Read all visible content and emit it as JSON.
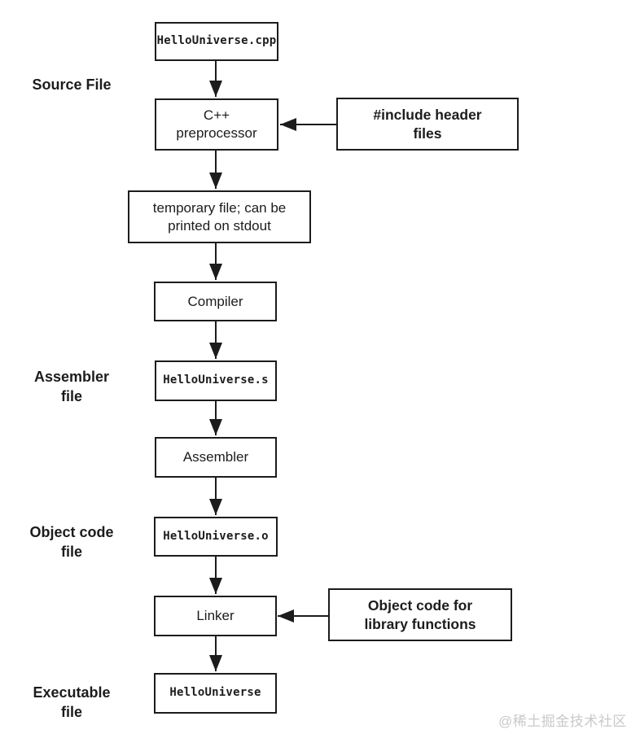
{
  "page": {
    "background_color": "#ffffff",
    "line_color": "#1c1c1c"
  },
  "flowchart": {
    "boxes": {
      "source_cpp": {
        "text": "HelloUniverse.cpp"
      },
      "preprocessor": {
        "line1": "C++",
        "line2": "preprocessor"
      },
      "include_headers": {
        "line1": "#include header",
        "line2": "files"
      },
      "temp_file": {
        "line1": "temporary file; can be",
        "line2": "printed on stdout"
      },
      "compiler": {
        "text": "Compiler"
      },
      "assembler_s": {
        "text": "HelloUniverse.s"
      },
      "assembler": {
        "text": "Assembler"
      },
      "object_o": {
        "text": "HelloUniverse.o"
      },
      "linker": {
        "text": "Linker"
      },
      "object_lib": {
        "line1": "Object code for",
        "line2": "library functions"
      },
      "executable": {
        "text": "HelloUniverse"
      }
    },
    "side_labels": {
      "source": {
        "line1": "Source File",
        "line2": ""
      },
      "assembler": {
        "line1": "Assembler",
        "line2": "file"
      },
      "object": {
        "line1": "Object code",
        "line2": "file"
      },
      "executable": {
        "line1": "Executable",
        "line2": "file"
      }
    },
    "watermark": "@稀土掘金技术社区"
  }
}
